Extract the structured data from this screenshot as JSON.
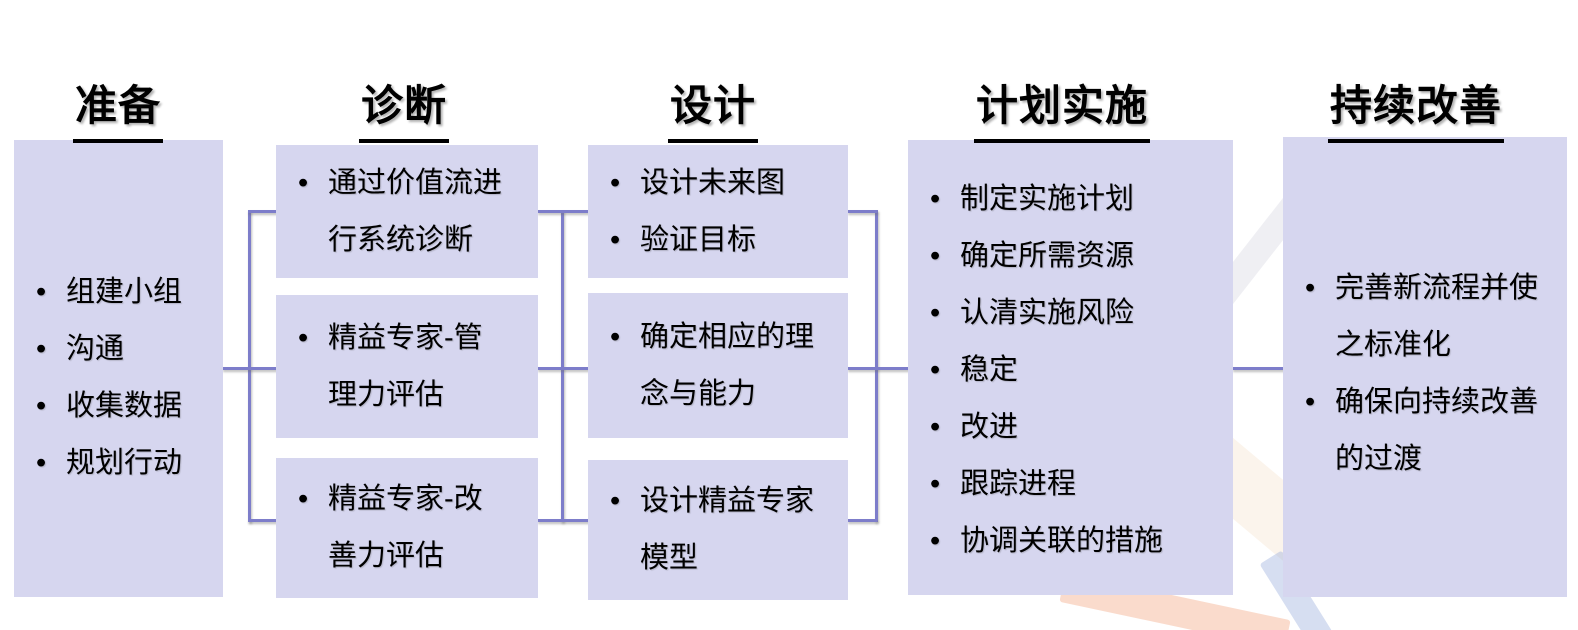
{
  "colors": {
    "box_fill": "#d6d6ef",
    "connector_line": "#7d7dca",
    "text": "#000000",
    "background": "#ffffff"
  },
  "columns": [
    {
      "header": "准备",
      "boxes": [
        {
          "items": [
            "组建小组",
            "沟通",
            "收集数据",
            "规划行动"
          ]
        }
      ]
    },
    {
      "header": "诊断",
      "boxes": [
        {
          "items": [
            "通过价值流进行系统诊断"
          ]
        },
        {
          "items": [
            "精益专家-管理力评估"
          ]
        },
        {
          "items": [
            "精益专家-改善力评估"
          ]
        }
      ]
    },
    {
      "header": "设计",
      "boxes": [
        {
          "items": [
            "设计未来图",
            "验证目标"
          ]
        },
        {
          "items": [
            "确定相应的理念与能力"
          ]
        },
        {
          "items": [
            "设计精益专家模型"
          ]
        }
      ]
    },
    {
      "header": "计划实施",
      "boxes": [
        {
          "items": [
            "制定实施计划",
            "确定所需资源",
            "认清实施风险",
            "稳定",
            "改进",
            "跟踪进程",
            "协调关联的措施"
          ]
        }
      ]
    },
    {
      "header": "持续改善",
      "boxes": [
        {
          "items": [
            "完善新流程并使之标准化",
            "确保向持续改善的过渡"
          ]
        }
      ]
    }
  ]
}
